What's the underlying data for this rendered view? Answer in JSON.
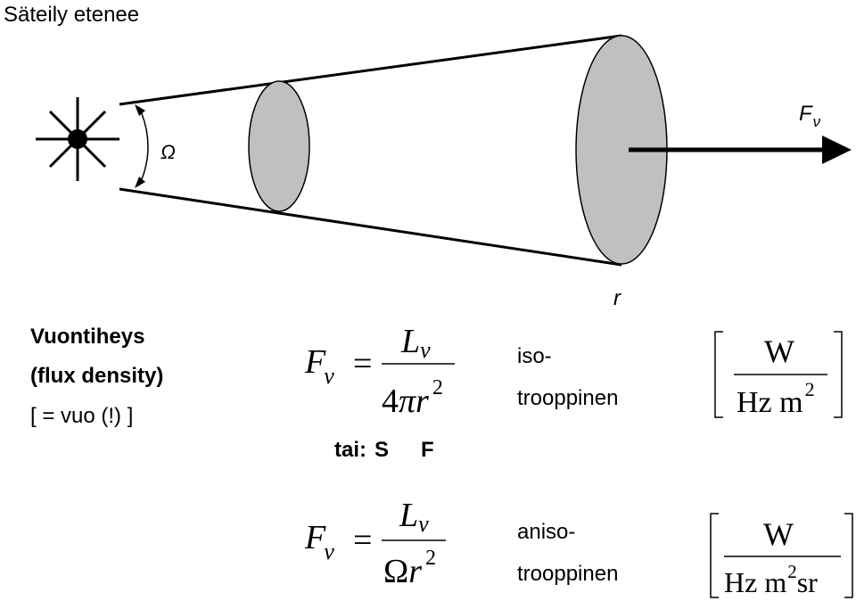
{
  "title": "Säteily etenee",
  "diagram": {
    "omega_label": "Ω",
    "flux_label_main": "F",
    "flux_label_sub": "ν",
    "radius_label": "r"
  },
  "definition": {
    "line1": "Vuontiheys",
    "line2": "(flux density)",
    "line3": "[ = vuo (!) ]"
  },
  "formula_iso": {
    "lhs_main": "F",
    "lhs_sub": "ν",
    "equals": "=",
    "num_main": "L",
    "num_sub": "ν",
    "den_coef": "4",
    "den_pi": "π",
    "den_var": "r",
    "den_exp": "2",
    "label_line1": "iso-",
    "label_line2": "trooppinen",
    "unit_num": "W",
    "unit_den": "Hz m",
    "unit_exp": "2"
  },
  "alt_text": {
    "prefix": "tai:",
    "s": "S",
    "f": "F"
  },
  "formula_aniso": {
    "lhs_main": "F",
    "lhs_sub": "ν",
    "equals": "=",
    "num_main": "L",
    "num_sub": "ν",
    "den_omega": "Ω",
    "den_var": "r",
    "den_exp": "2",
    "label_line1": "aniso-",
    "label_line2": "trooppinen",
    "unit_num": "W",
    "unit_den_a": "Hz m",
    "unit_exp": "2",
    "unit_den_b": "sr"
  }
}
